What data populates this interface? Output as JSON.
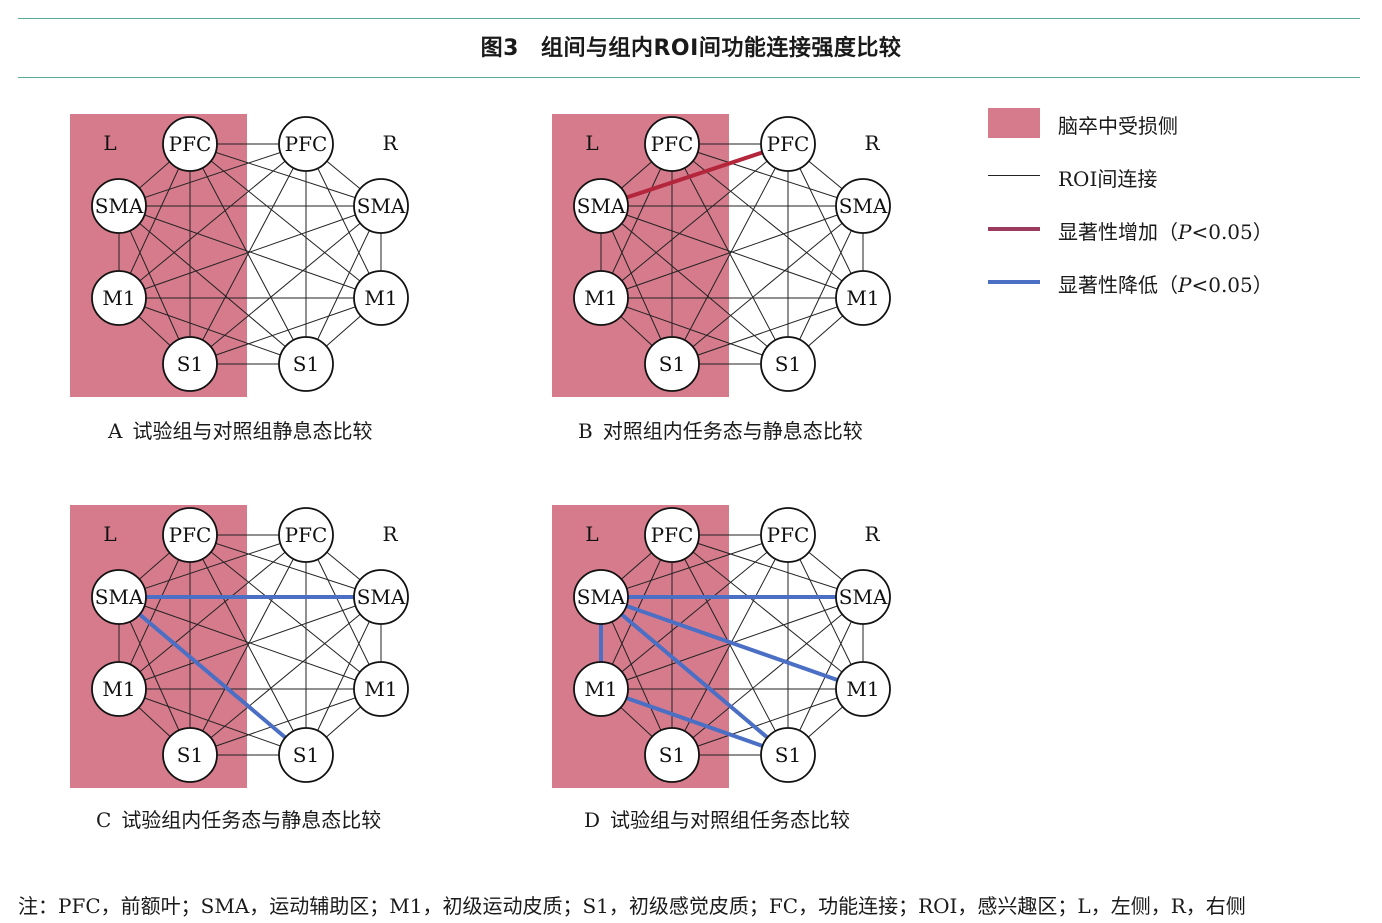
{
  "figure": {
    "number": "图3",
    "title": "组间与组内ROI间功能连接强度比较"
  },
  "colors": {
    "lesion": "#d67b8c",
    "connection": "#222222",
    "increase": "#b3263b",
    "increase_legend": "#9c3a5e",
    "decrease": "#4a6fc4",
    "rule": "#5aa89a"
  },
  "nodes": [
    "L_PFC",
    "L_SMA",
    "L_M1",
    "L_S1",
    "R_PFC",
    "R_SMA",
    "R_M1",
    "R_S1"
  ],
  "node_labels": {
    "L_PFC": "PFC",
    "L_SMA": "SMA",
    "L_M1": "M1",
    "L_S1": "S1",
    "R_PFC": "PFC",
    "R_SMA": "SMA",
    "R_M1": "M1",
    "R_S1": "S1"
  },
  "side_labels": {
    "left": "L",
    "right": "R"
  },
  "panels": [
    {
      "letter": "A",
      "caption": "试验组与对照组静息态比较",
      "increased": [],
      "decreased": []
    },
    {
      "letter": "B",
      "caption": "对照组内任务态与静息态比较",
      "increased": [
        [
          "L_SMA",
          "R_PFC"
        ]
      ],
      "decreased": []
    },
    {
      "letter": "C",
      "caption": "试验组内任务态与静息态比较",
      "increased": [],
      "decreased": [
        [
          "L_SMA",
          "R_SMA"
        ],
        [
          "L_SMA",
          "R_S1"
        ]
      ]
    },
    {
      "letter": "D",
      "caption": "试验组与对照组任务态比较",
      "increased": [],
      "decreased": [
        [
          "L_SMA",
          "L_M1"
        ],
        [
          "L_SMA",
          "R_SMA"
        ],
        [
          "L_SMA",
          "R_M1"
        ],
        [
          "L_SMA",
          "R_S1"
        ],
        [
          "L_M1",
          "R_S1"
        ]
      ]
    }
  ],
  "legend": [
    {
      "type": "box",
      "color": "#d67b8c",
      "label": "脑卒中受损侧"
    },
    {
      "type": "line",
      "color": "#222222",
      "label": "ROI间连接"
    },
    {
      "type": "thick",
      "color": "#9c3a5e",
      "label": "显著性增加（",
      "p": "P",
      "rest": "<0.05）"
    },
    {
      "type": "thick",
      "color": "#4a6fc4",
      "label": "显著性降低（",
      "p": "P",
      "rest": "<0.05）"
    }
  ],
  "note": "注：PFC，前额叶；SMA，运动辅助区；M1，初级运动皮质；S1，初级感觉皮质；FC，功能连接；ROI，感兴趣区；L，左侧，R，右侧"
}
